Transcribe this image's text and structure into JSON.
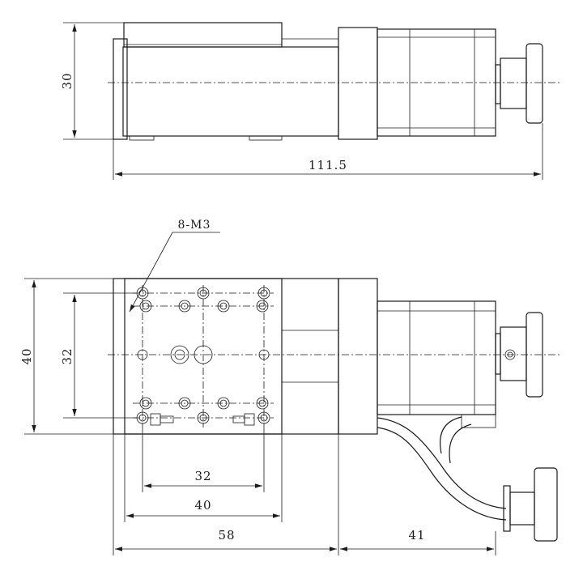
{
  "top_view": {
    "dim_height": "30",
    "dim_length": "111.5"
  },
  "bottom_view": {
    "callout": "8-M3",
    "dim_height_outer": "40",
    "dim_height_inner": "32",
    "dim_hole_spacing": "32",
    "dim_table_width": "40",
    "dim_body_length": "58",
    "dim_motor_length": "41"
  }
}
